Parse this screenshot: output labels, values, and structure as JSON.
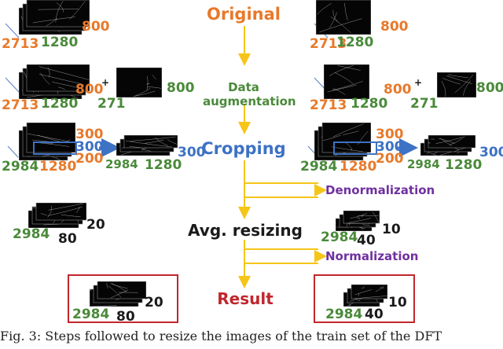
{
  "flow": {
    "original": "Original",
    "data_augmentation": "Data\naugmentation",
    "cropping": "Cropping",
    "avg_resizing": "Avg. resizing",
    "result": "Result",
    "denormalization": "Denormalization",
    "normalization": "Normalization"
  },
  "left": {
    "original": {
      "depth": "2713",
      "width": "1280",
      "height": "800"
    },
    "augmentation": {
      "depth": "2713",
      "width": "1280",
      "height": "800",
      "plus": "+",
      "extra_depth": "271",
      "extra_height": "800"
    },
    "cropping": {
      "depth": "2984",
      "width": "1280",
      "crop_top": "300",
      "crop_mid": "300",
      "crop_bot": "200",
      "out_depth": "2984",
      "out_width": "1280",
      "out_height": "300"
    },
    "resized": {
      "depth": "2984",
      "width": "80",
      "height": "20"
    },
    "result": {
      "depth": "2984",
      "width": "80",
      "height": "20"
    }
  },
  "right": {
    "original": {
      "depth": "2713",
      "width": "1280",
      "height": "800"
    },
    "augmentation": {
      "depth": "2713",
      "width": "1280",
      "height": "800",
      "plus": "+",
      "extra_depth": "271",
      "extra_height": "800"
    },
    "cropping": {
      "depth": "2984",
      "width": "1280",
      "crop_top": "300",
      "crop_mid": "300",
      "crop_bot": "200",
      "out_depth": "2984",
      "out_width": "1280",
      "out_height": "300"
    },
    "resized": {
      "depth": "2984",
      "width": "40",
      "height": "10"
    },
    "result": {
      "depth": "2984",
      "width": "40",
      "height": "10"
    }
  },
  "caption": "Fig. 3: Steps followed to resize the images of the train set of the DFT",
  "colors": {
    "arrow": "#f5c518",
    "result_box": "#c0272d",
    "crop_box": "#3d72c4"
  }
}
